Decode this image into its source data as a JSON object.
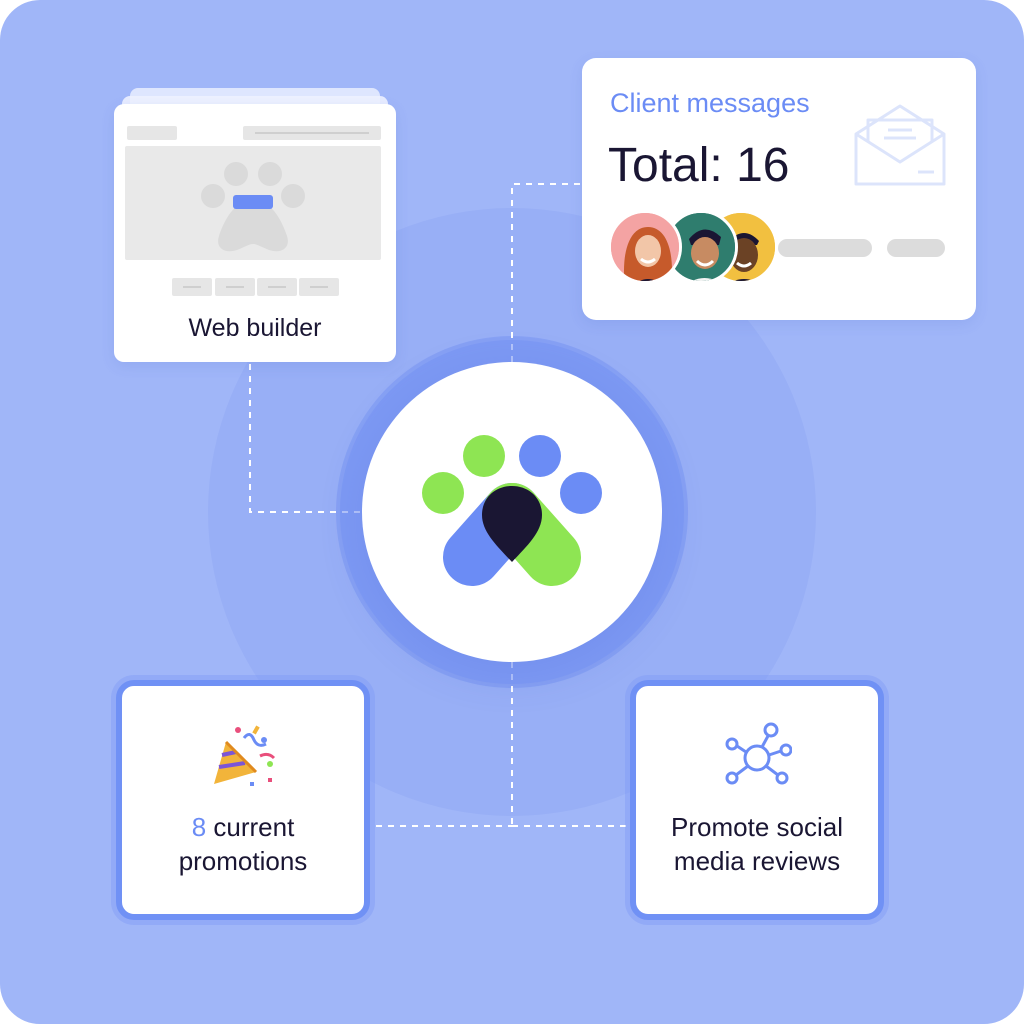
{
  "colors": {
    "background": "#a0b6f8",
    "accent_blue": "#6b8cf5",
    "paw_green": "#8ee553",
    "paw_blue": "#6b8cf5",
    "paw_dark": "#1a1633",
    "text_dark": "#1a1633"
  },
  "hub": {
    "icon": "paw-logo-icon"
  },
  "web_builder": {
    "label": "Web builder",
    "icon": "paw-placeholder-icon"
  },
  "client_messages": {
    "title": "Client messages",
    "total_text": "Total: 16",
    "icon": "envelope-icon",
    "avatars": [
      "client-avatar-1",
      "client-avatar-2",
      "client-avatar-3"
    ]
  },
  "promotions": {
    "count": "8",
    "label_after_count": "current",
    "label_line2": "promotions",
    "icon": "party-popper-icon"
  },
  "social_reviews": {
    "line1": "Promote social",
    "line2": "media reviews",
    "icon": "network-hub-icon"
  }
}
